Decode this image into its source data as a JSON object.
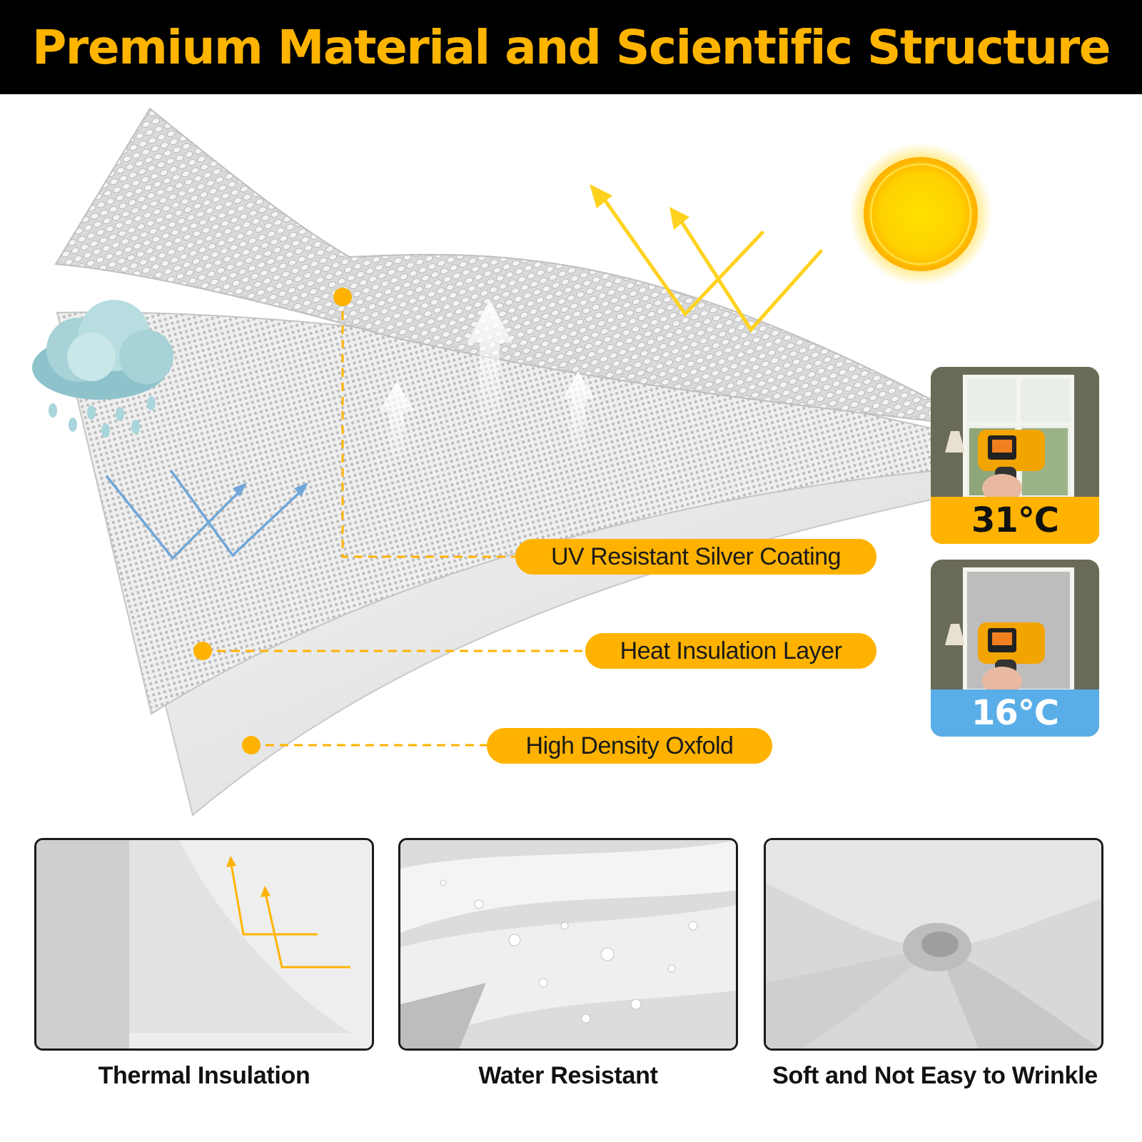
{
  "title": "Premium Material and Scientific Structure",
  "layers": [
    {
      "label": "UV Resistant Silver Coating"
    },
    {
      "label": "Heat Insulation Layer"
    },
    {
      "label": "High Density Oxfold"
    }
  ],
  "temperatures": [
    {
      "value": "31℃",
      "color": "#ffb300"
    },
    {
      "value": "16℃",
      "color": "#5aaee8"
    }
  ],
  "features": [
    {
      "caption": "Thermal Insulation"
    },
    {
      "caption": "Water Resistant"
    },
    {
      "caption": "Soft and Not Easy to Wrinkle"
    }
  ],
  "colors": {
    "accent": "#ffb300",
    "banner": "#000000",
    "cool": "#5aaee8"
  },
  "icons": [
    "sun-icon",
    "rain-cloud-icon",
    "thermometer-gun-icon"
  ]
}
